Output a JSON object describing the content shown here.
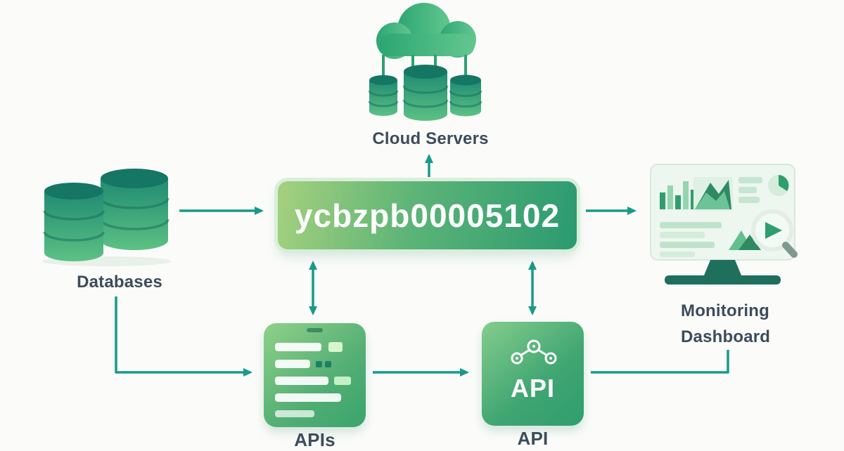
{
  "diagram_title": "cloud-architecture-diagram",
  "colors": {
    "arrow_teal": "#189a8a",
    "box_gradient_light": "#a6d17e",
    "box_gradient_dark": "#2b9a70",
    "label_text": "#3c4c5c",
    "box_text_white": "#ffffff"
  },
  "center_box": {
    "code": "ycbzpb00005102"
  },
  "nodes": {
    "cloud_servers": {
      "label": "Cloud Servers"
    },
    "databases": {
      "label": "Databases"
    },
    "monitoring_dashboard": {
      "label": "Monitoring Dashboard"
    },
    "apis": {
      "label": "APIs"
    },
    "api": {
      "label": "API",
      "box_text": "API"
    }
  }
}
